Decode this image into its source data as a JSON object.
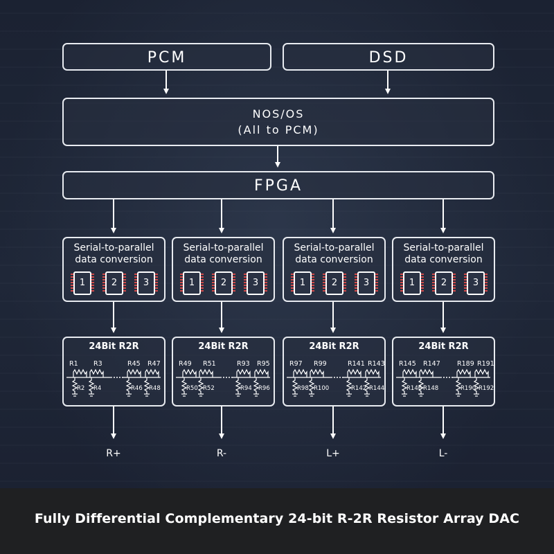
{
  "inputs": {
    "pcm": "PCM",
    "dsd": "DSD"
  },
  "nos": {
    "line1": "NOS/OS",
    "line2": "(All to PCM)"
  },
  "fpga": "FPGA",
  "channels": [
    {
      "conv_line1": "Serial-to-parallel",
      "conv_line2": "data conversion",
      "chips": [
        "1",
        "2",
        "3"
      ],
      "r2r_title": "24Bit R2R",
      "top_resistors": [
        "R1",
        "R3",
        "R45",
        "R47"
      ],
      "bottom_resistors": [
        "R2",
        "R4",
        "R46",
        "R48"
      ],
      "output": "R+"
    },
    {
      "conv_line1": "Serial-to-parallel",
      "conv_line2": "data conversion",
      "chips": [
        "1",
        "2",
        "3"
      ],
      "r2r_title": "24Bit R2R",
      "top_resistors": [
        "R49",
        "R51",
        "R93",
        "R95"
      ],
      "bottom_resistors": [
        "R50",
        "R52",
        "R94",
        "R96"
      ],
      "output": "R-"
    },
    {
      "conv_line1": "Serial-to-parallel",
      "conv_line2": "data conversion",
      "chips": [
        "1",
        "2",
        "3"
      ],
      "r2r_title": "24Bit R2R",
      "top_resistors": [
        "R97",
        "R99",
        "R141",
        "R143"
      ],
      "bottom_resistors": [
        "R98",
        "R100",
        "R142",
        "R144"
      ],
      "output": "L+"
    },
    {
      "conv_line1": "Serial-to-parallel",
      "conv_line2": "data conversion",
      "chips": [
        "1",
        "2",
        "3"
      ],
      "r2r_title": "24Bit R2R",
      "top_resistors": [
        "R145",
        "R147",
        "R189",
        "R191"
      ],
      "bottom_resistors": [
        "R146",
        "R148",
        "R190",
        "R192"
      ],
      "output": "L-"
    }
  ],
  "caption": "Fully Differential Complementary 24-bit R-2R Resistor Array DAC",
  "colors": {
    "line": "#e9ecf1",
    "pin": "#d24a4a",
    "footer": "#1f2022"
  }
}
